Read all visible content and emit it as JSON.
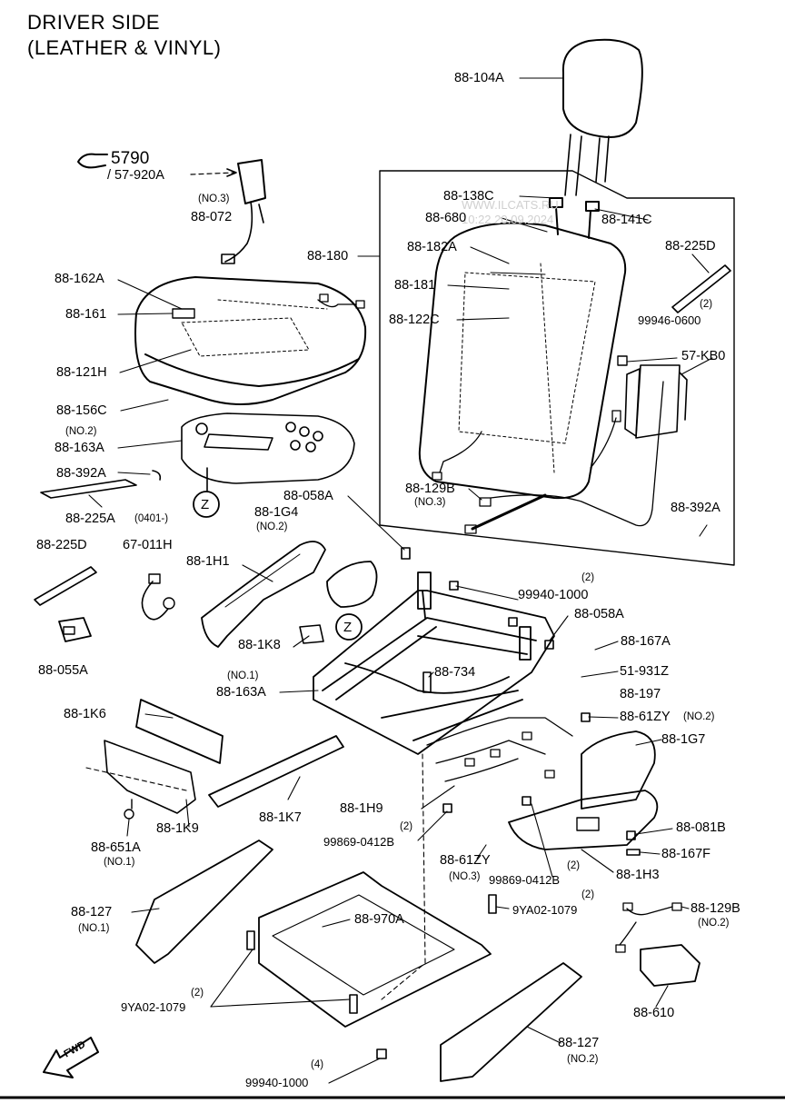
{
  "title": {
    "line1": "DRIVER SIDE",
    "line2": "(LEATHER & VINYL)"
  },
  "watermark": {
    "line1": "WWW.ILCATS.RU",
    "line2": "10:22 20.09.2024"
  },
  "ref": {
    "number": "5790",
    "code": "/ 57-920A"
  },
  "fwd_label": "FWD",
  "callouts": {
    "p88_104A": "88-104A",
    "p88_138C": "88-138C",
    "p88_680": "88-680",
    "p88_141C": "88-141C",
    "p88_182A": "88-182A",
    "p88_180": "88-180",
    "p88_225D_top": "88-225D",
    "p88_181": "88-181",
    "p88_122C": "88-122C",
    "q2_99946": "(2)",
    "p99946_0600": "99946-0600",
    "p57_KB0": "57-KB0",
    "no3_072": "(NO.3)",
    "p88_072": "88-072",
    "p88_162A": "88-162A",
    "p88_161": "88-161",
    "p88_121H": "88-121H",
    "p88_156C": "88-156C",
    "no2_163A": "(NO.2)",
    "p88_163A_no2": "88-163A",
    "p88_392A_left": "88-392A",
    "p88_225A": "88-225A",
    "p0401": "(0401-)",
    "z_top": "Z",
    "p88_129B_top": "88-129B",
    "no3_129B": "(NO.3)",
    "p88_392A_right": "88-392A",
    "p88_058A_top": "88-058A",
    "p88_1G4": "88-1G4",
    "no2_1G4": "(NO.2)",
    "p88_1H1": "88-1H1",
    "p88_225D_left": "88-225D",
    "p67_011H": "67-011H",
    "q2_99940": "(2)",
    "p99940_1000_top": "99940-1000",
    "p88_058A_right": "88-058A",
    "z_mid": "Z",
    "p88_1K8": "88-1K8",
    "p88_167A": "88-167A",
    "p88_055A": "88-055A",
    "no1_163A": "(NO.1)",
    "p88_163A_no1": "88-163A",
    "p88_734": "88-734",
    "p51_931Z": "51-931Z",
    "p88_197": "88-197",
    "p88_1K6": "88-1K6",
    "p88_61ZY": "88-61ZY",
    "no2_61ZY": "(NO.2)",
    "p88_1G7": "88-1G7",
    "p88_1H9": "88-1H9",
    "p88_1K7": "88-1K7",
    "p88_1K9": "88-1K9",
    "q2_99869_left": "(2)",
    "p99869_0412B_left": "99869-0412B",
    "p88_61ZY_no3": "88-61ZY",
    "no3_61ZY": "(NO.3)",
    "q2_99869_right": "(2)",
    "p99869_0412B_right": "99869-0412B",
    "p88_081B": "88-081B",
    "p88_167F": "88-167F",
    "p88_651A": "88-651A",
    "no1_651A": "(NO.1)",
    "p88_1H3": "88-1H3",
    "q2_9YA02_top": "(2)",
    "p9YA02_1079_top": "9YA02-1079",
    "p88_127_no1": "88-127",
    "no1_127": "(NO.1)",
    "p88_970A": "88-970A",
    "p88_129B_no2": "88-129B",
    "no2_129B": "(NO.2)",
    "p88_610": "88-610",
    "q2_9YA02_left": "(2)",
    "p9YA02_1079_left": "9YA02-1079",
    "p88_127_no2": "88-127",
    "no2_127": "(NO.2)",
    "q4_99940": "(4)",
    "p99940_1000_bottom": "99940-1000"
  }
}
